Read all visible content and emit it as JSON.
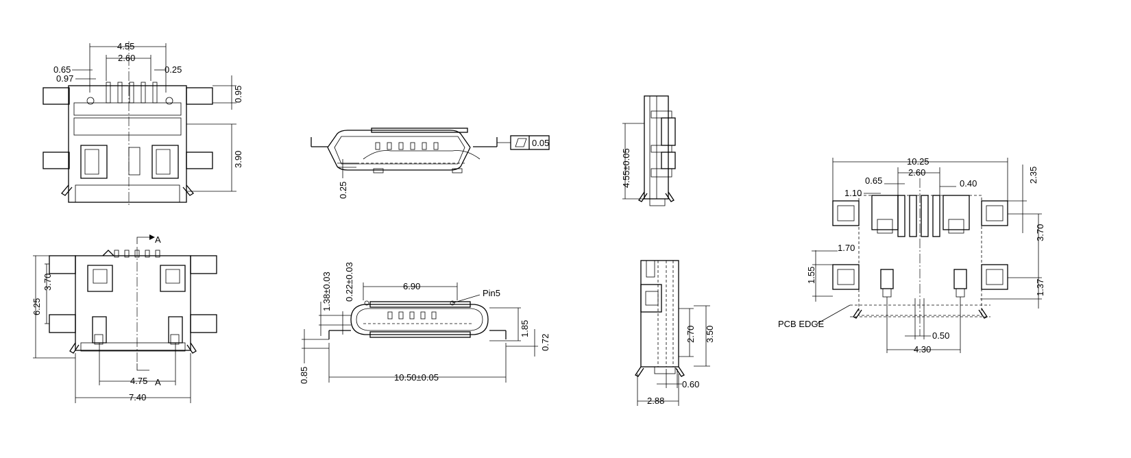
{
  "dimensions": {
    "top_left": {
      "d_455": "4.55",
      "d_260": "2.60",
      "d_065": "0.65",
      "d_097": "0.97",
      "d_025": "0.25",
      "d_095": "0.95",
      "d_390": "3.90"
    },
    "bottom_left": {
      "section_a_top": "A",
      "section_a_bottom": "A",
      "d_625": "6.25",
      "d_370": "3.70",
      "d_475": "4.75",
      "d_740": "7.40"
    },
    "top_middle": {
      "flatness": "0.05",
      "d_025": "0.25"
    },
    "bottom_middle": {
      "d_690": "6.90",
      "pin5": "Pin5",
      "d_138": "1.38±0.03",
      "d_022": "0.22±0.03",
      "d_185": "1.85",
      "d_072": "0.72",
      "d_085": "0.85",
      "d_1050": "10.50±0.05"
    },
    "right_side": {
      "d_455": "4.55±0.05",
      "d_270": "2.70",
      "d_350": "3.50",
      "d_060": "0.60",
      "d_288": "2.88"
    },
    "footprint": {
      "d_1025": "10.25",
      "d_260": "2.60",
      "d_065": "0.65",
      "d_110": "1.10",
      "d_040": "0.40",
      "d_235": "2.35",
      "d_370": "3.70",
      "d_170": "1.70",
      "d_155": "1.55",
      "d_137": "1.37",
      "pcb_edge": "PCB EDGE",
      "d_050": "0.50",
      "d_430": "4.30"
    }
  }
}
